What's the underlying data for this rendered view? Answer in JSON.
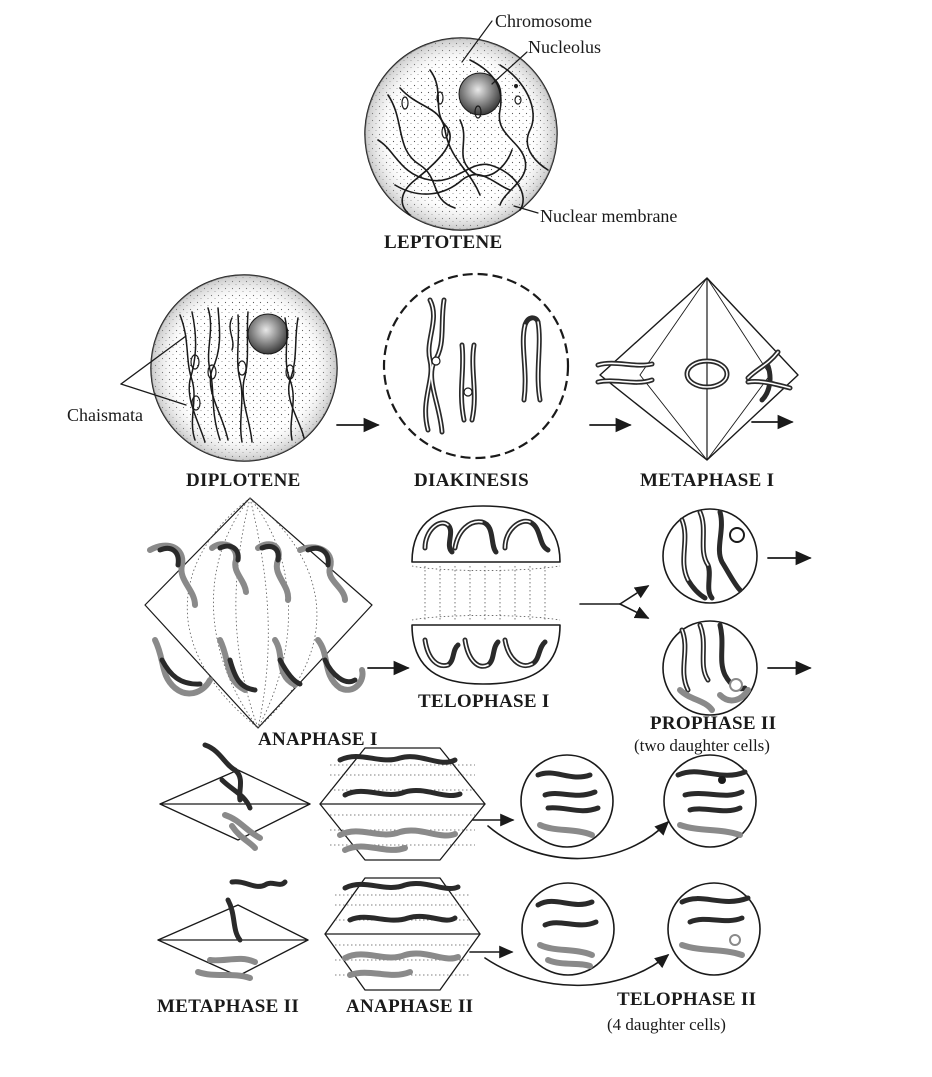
{
  "labels": {
    "chromosome": "Chromosome",
    "nucleolus": "Nucleolus",
    "nuclear_membrane": "Nuclear membrane",
    "chaismata": "Chaismata"
  },
  "stages": {
    "leptotene": "LEPTOTENE",
    "diplotene": "DIPLOTENE",
    "diakinesis": "DIAKINESIS",
    "metaphase_1": "METAPHASE I",
    "anaphase_1": "ANAPHASE I",
    "telophase_1": "TELOPHASE I",
    "prophase_2": "PROPHASE II",
    "prophase_2_note": "(two daughter cells)",
    "metaphase_2": "METAPHASE II",
    "anaphase_2": "ANAPHASE II",
    "telophase_2": "TELOPHASE II",
    "telophase_2_note": "(4 daughter cells)"
  }
}
